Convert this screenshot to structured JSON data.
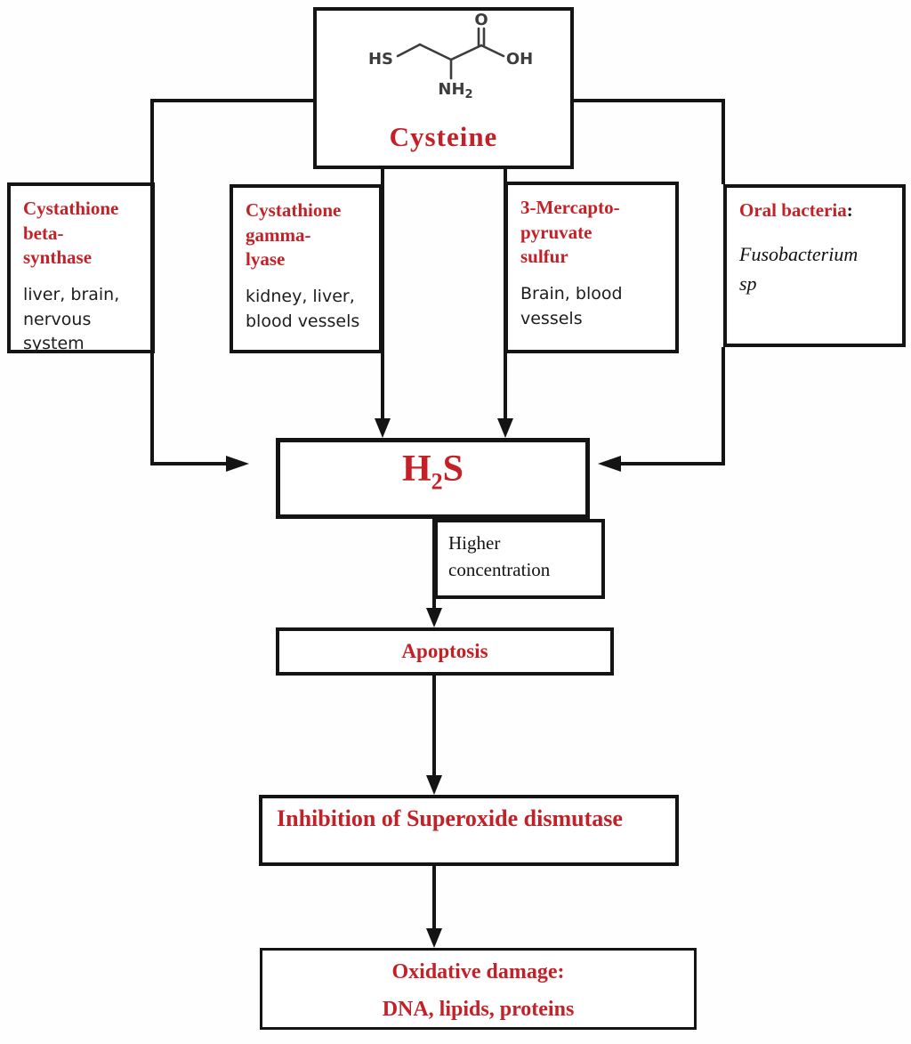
{
  "colors": {
    "red": "#c32127",
    "ink": "#141414",
    "structure": "#3d3d3d"
  },
  "cysteine_box": {
    "label": "Cysteine",
    "molecule": {
      "hs": "HS",
      "o": "O",
      "oh": "OH",
      "nh": "NH",
      "nh_sub": "2"
    }
  },
  "source_boxes": [
    {
      "title": "Cystathione\nbeta-\nsynthase",
      "suffix": "",
      "detail": "liver, brain,\nnervous\nsystem"
    },
    {
      "title": "Cystathione\ngamma-\nlyase",
      "suffix": "",
      "detail": "kidney, liver,\nblood vessels"
    },
    {
      "title": "3-Mercapto-\npyruvate\nsulfur",
      "suffix": "",
      "detail": "Brain, blood\nvessels"
    },
    {
      "title": "Oral bacteria",
      "suffix": ":",
      "detail": "Fusobacterium\nsp"
    }
  ],
  "h2s_box": {
    "prefix": "H",
    "sub": "2",
    "suffix": "S"
  },
  "higher_concentration_label": "Higher\nconcentration",
  "apoptosis_label": "Apoptosis",
  "inhibition_label": "Inhibition of Superoxide dismutase",
  "oxidative_box": {
    "line1": "Oxidative damage:",
    "line2": "DNA, lipids, proteins"
  }
}
